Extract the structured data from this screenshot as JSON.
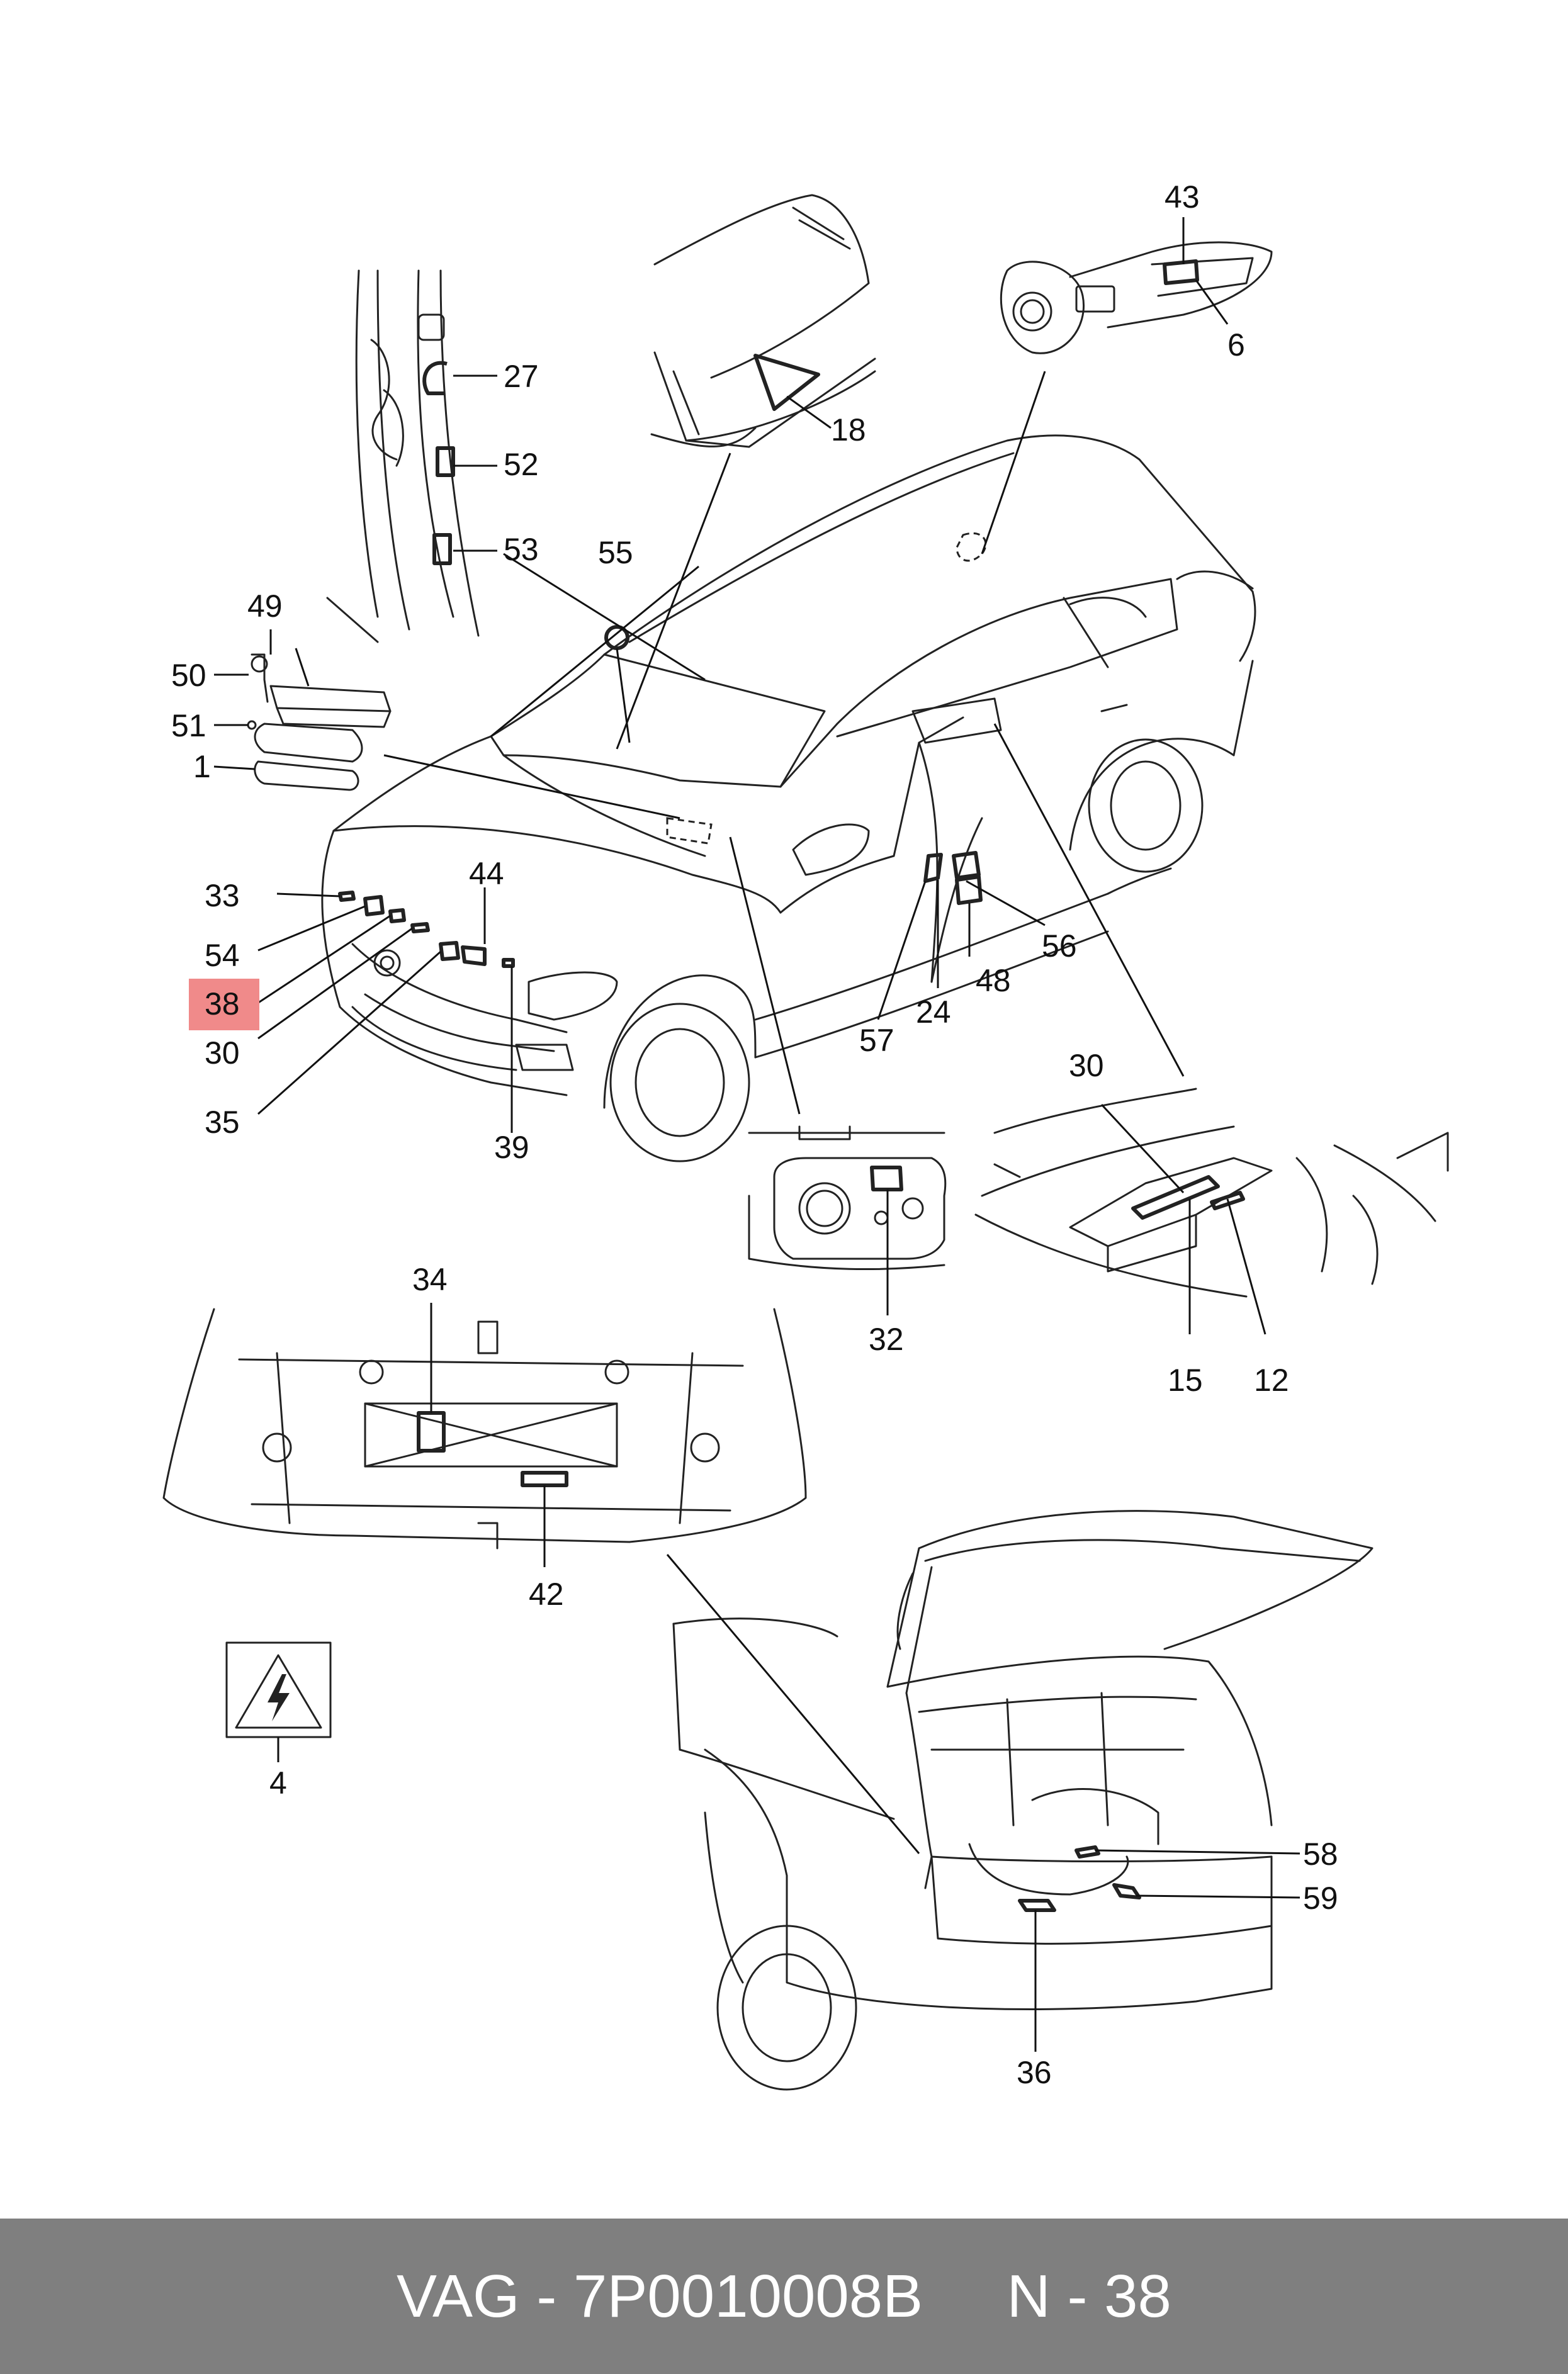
{
  "footer": {
    "text": "VAG - 7P0010008B     N - 38"
  },
  "highlight": {
    "label": "38",
    "color": "#f08a8a"
  },
  "callouts": {
    "c27": "27",
    "c52": "52",
    "c53": "53",
    "c55": "55",
    "c18": "18",
    "c43": "43",
    "c6": "6",
    "c49": "49",
    "c50": "50",
    "c51": "51",
    "c1": "1",
    "c33": "33",
    "c54": "54",
    "c38": "38",
    "c30": "30",
    "c35": "35",
    "c44": "44",
    "c39": "39",
    "c56": "56",
    "c24": "24",
    "c48": "48",
    "c57": "57",
    "c30b": "30",
    "c15": "15",
    "c12": "12",
    "c32": "32",
    "c34": "34",
    "c42": "42",
    "c4": "4",
    "c58": "58",
    "c59": "59",
    "c36": "36"
  }
}
